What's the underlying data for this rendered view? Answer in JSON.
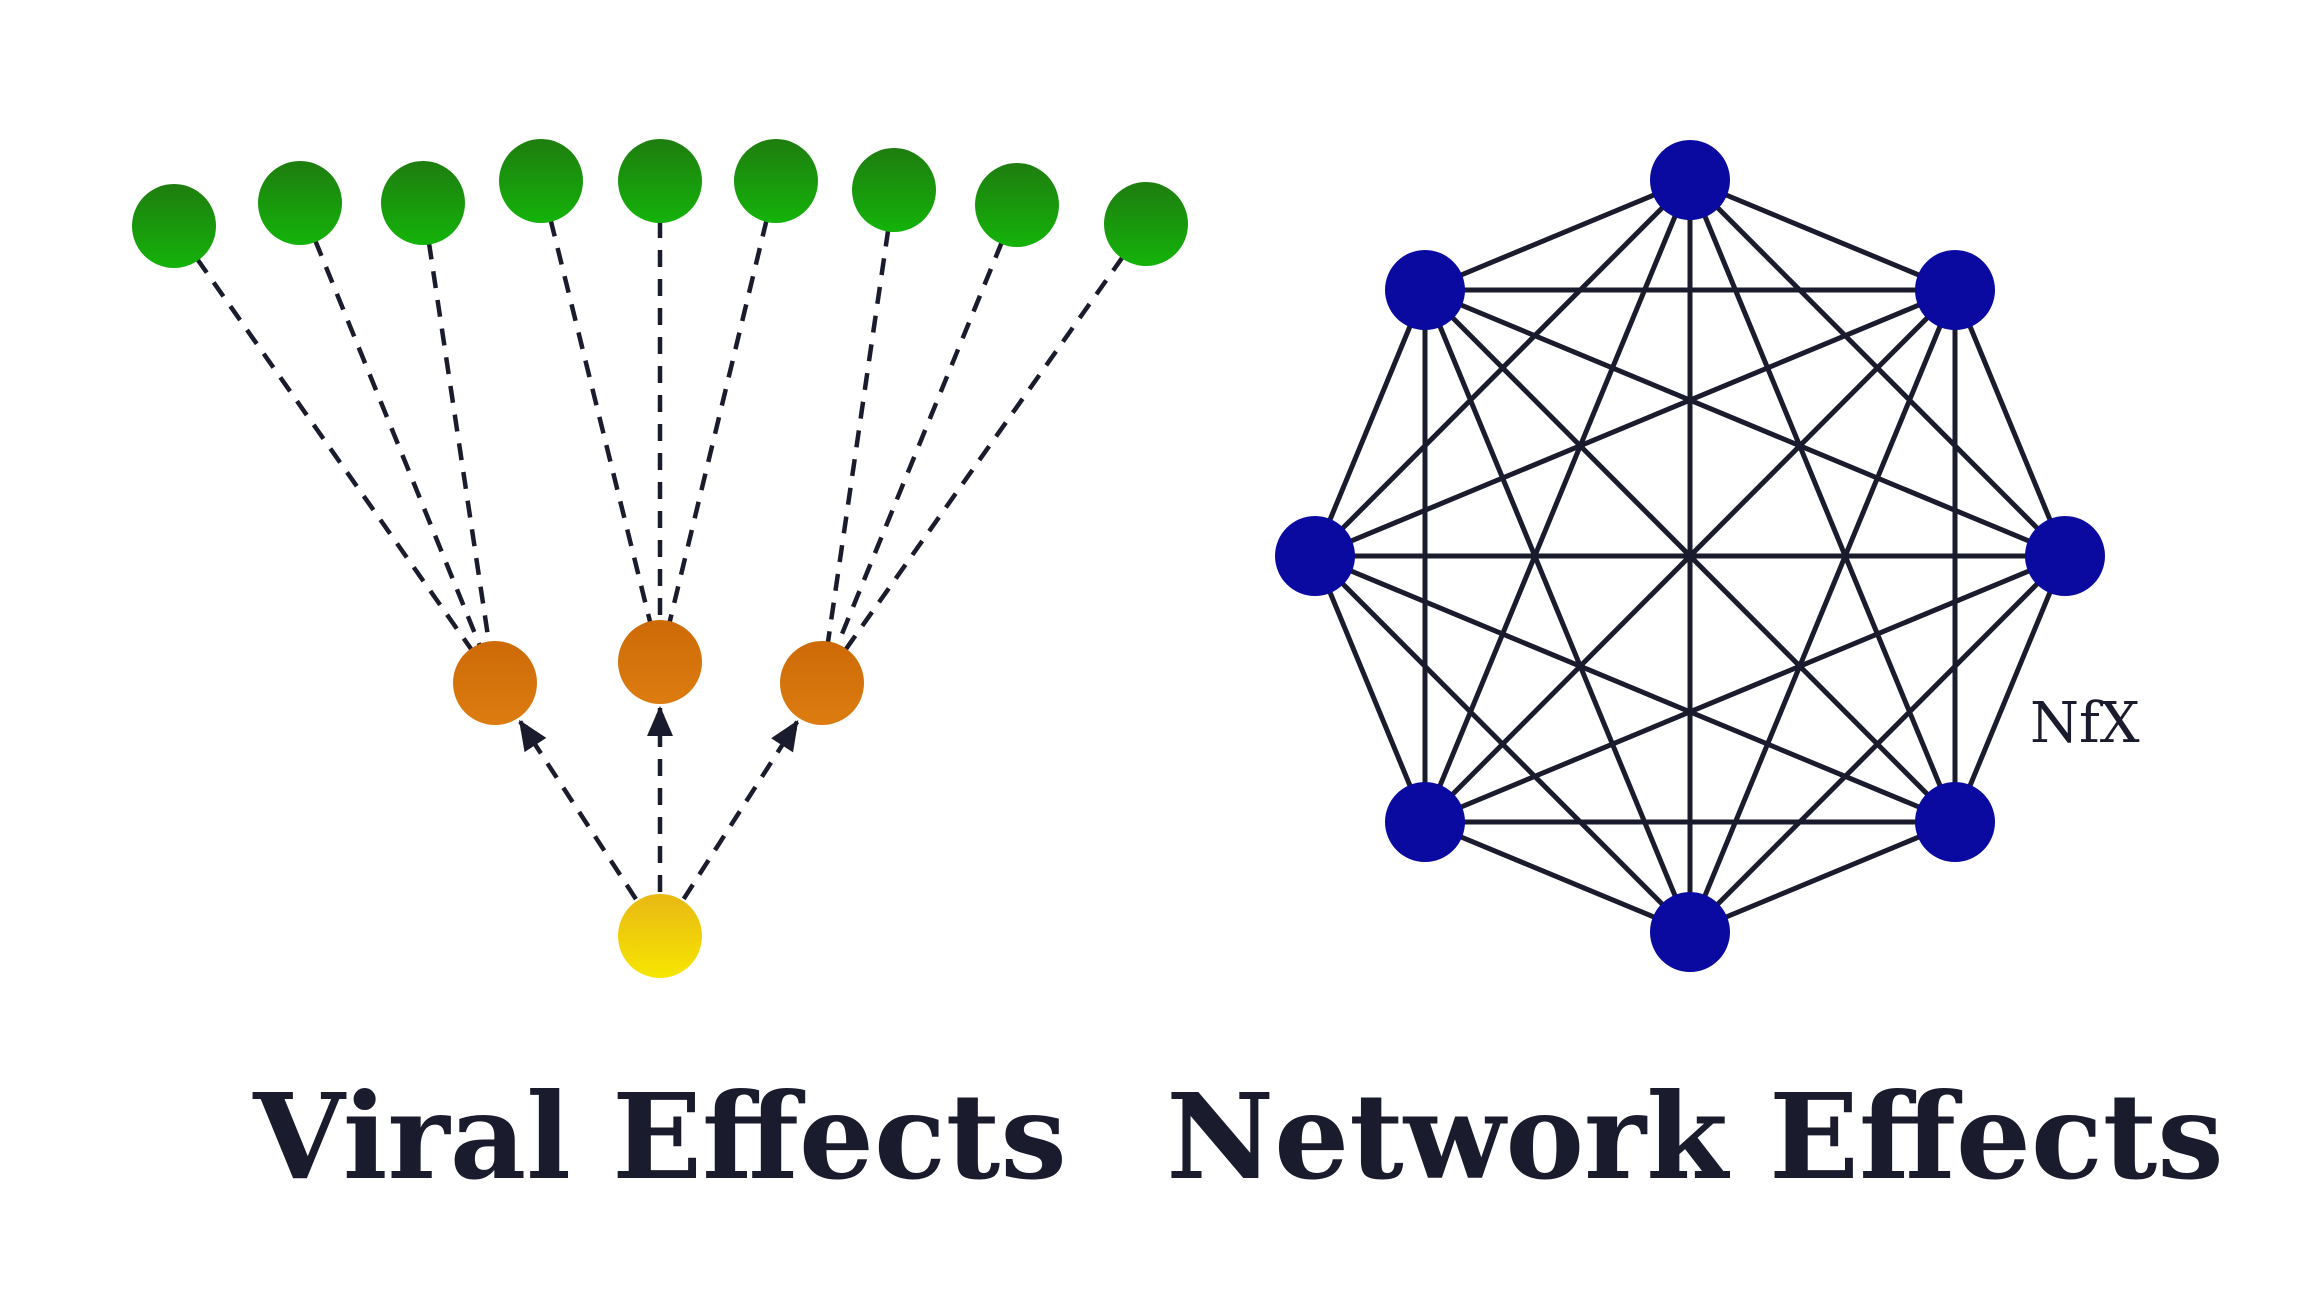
{
  "viral": {
    "caption": "Viral Effects",
    "colors": {
      "green_top": "#1e7d0f",
      "green_bottom": "#14b30a",
      "orange_top": "#cd6a07",
      "orange_bottom": "#dc7c10",
      "yellow_top": "#e9b814",
      "yellow_bottom": "#f6e600",
      "edge": "#1b1b2e"
    }
  },
  "network": {
    "caption": "Network Effects",
    "colors": {
      "node": "#0a0aa0",
      "edge": "#1b1b2e"
    }
  },
  "logo": {
    "text": "NfX"
  }
}
